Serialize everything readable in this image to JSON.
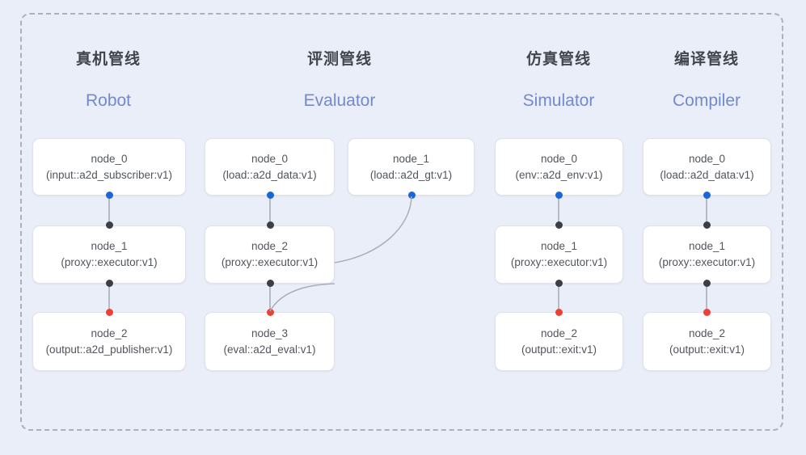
{
  "diagram": {
    "frame_style": "dashed",
    "colors": {
      "background": "#eaeef8",
      "frame_border": "#aab0bd",
      "card_background": "#ffffff",
      "card_border": "#dfe2ea",
      "title_text": "#41454c",
      "subtitle_text": "#7289cc",
      "node_text": "#51555c",
      "port_output": "#1a65d8",
      "port_input": "#3c4043",
      "port_terminal": "#ea4335",
      "edge_line": "#b6bac4"
    },
    "columns": [
      {
        "title": "真机管线",
        "subtitle": "Robot",
        "nodes": [
          {
            "id": "node_0",
            "type": "(input::a2d_subscriber:v1)"
          },
          {
            "id": "node_1",
            "type": "(proxy::executor:v1)"
          },
          {
            "id": "node_2",
            "type": "(output::a2d_publisher:v1)"
          }
        ]
      },
      {
        "title": "评测管线",
        "subtitle": "Evaluator",
        "nodes": [
          {
            "id": "node_0",
            "type": "(load::a2d_data:v1)"
          },
          {
            "id": "node_1",
            "type": "(load::a2d_gt:v1)"
          },
          {
            "id": "node_2",
            "type": "(proxy::executor:v1)"
          },
          {
            "id": "node_3",
            "type": "(eval::a2d_eval:v1)"
          }
        ]
      },
      {
        "title": "仿真管线",
        "subtitle": "Simulator",
        "nodes": [
          {
            "id": "node_0",
            "type": "(env::a2d_env:v1)"
          },
          {
            "id": "node_1",
            "type": "(proxy::executor:v1)"
          },
          {
            "id": "node_2",
            "type": "(output::exit:v1)"
          }
        ]
      },
      {
        "title": "编译管线",
        "subtitle": "Compiler",
        "nodes": [
          {
            "id": "node_0",
            "type": "(load::a2d_data:v1)"
          },
          {
            "id": "node_1",
            "type": "(proxy::executor:v1)"
          },
          {
            "id": "node_2",
            "type": "(output::exit:v1)"
          }
        ]
      }
    ]
  }
}
